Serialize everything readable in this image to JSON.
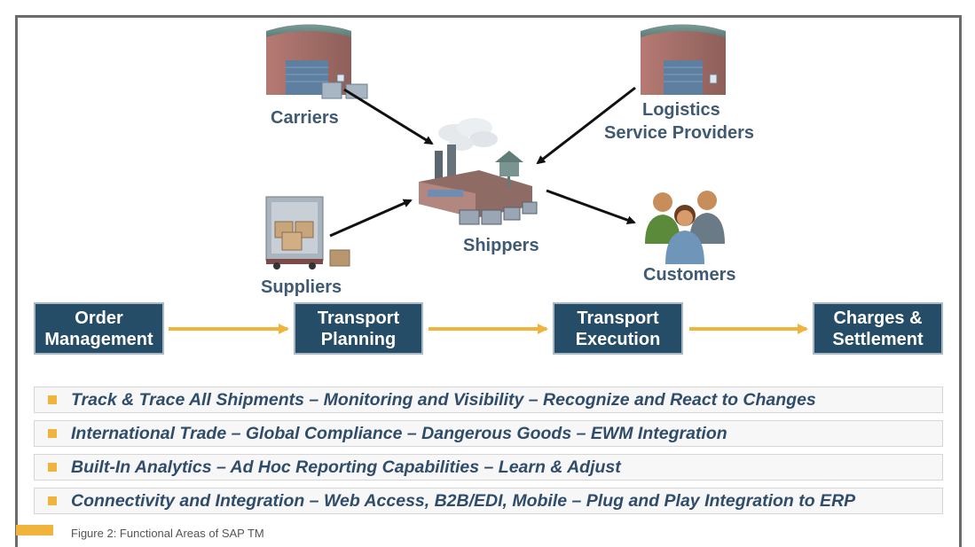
{
  "actors": {
    "carriers": "Carriers",
    "lsp_line1": "Logistics",
    "lsp_line2": "Service Providers",
    "shippers": "Shippers",
    "suppliers": "Suppliers",
    "customers": "Customers"
  },
  "process_steps": [
    {
      "line1": "Order",
      "line2": "Management"
    },
    {
      "line1": "Transport",
      "line2": "Planning"
    },
    {
      "line1": "Transport",
      "line2": "Execution"
    },
    {
      "line1": "Charges &",
      "line2": "Settlement"
    }
  ],
  "features": [
    "Track & Trace All Shipments – Monitoring and Visibility – Recognize and React to Changes",
    "International Trade – Global Compliance – Dangerous Goods – EWM Integration",
    "Built-In Analytics – Ad Hoc Reporting Capabilities – Learn & Adjust",
    "Connectivity and Integration – Web Access, B2B/EDI, Mobile – Plug and Play Integration to ERP"
  ],
  "caption": "Figure 2: Functional Areas of SAP TM",
  "colors": {
    "process_box": "#264d68",
    "arrow_yellow": "#f0b43c",
    "label_text": "#3f5a72"
  }
}
